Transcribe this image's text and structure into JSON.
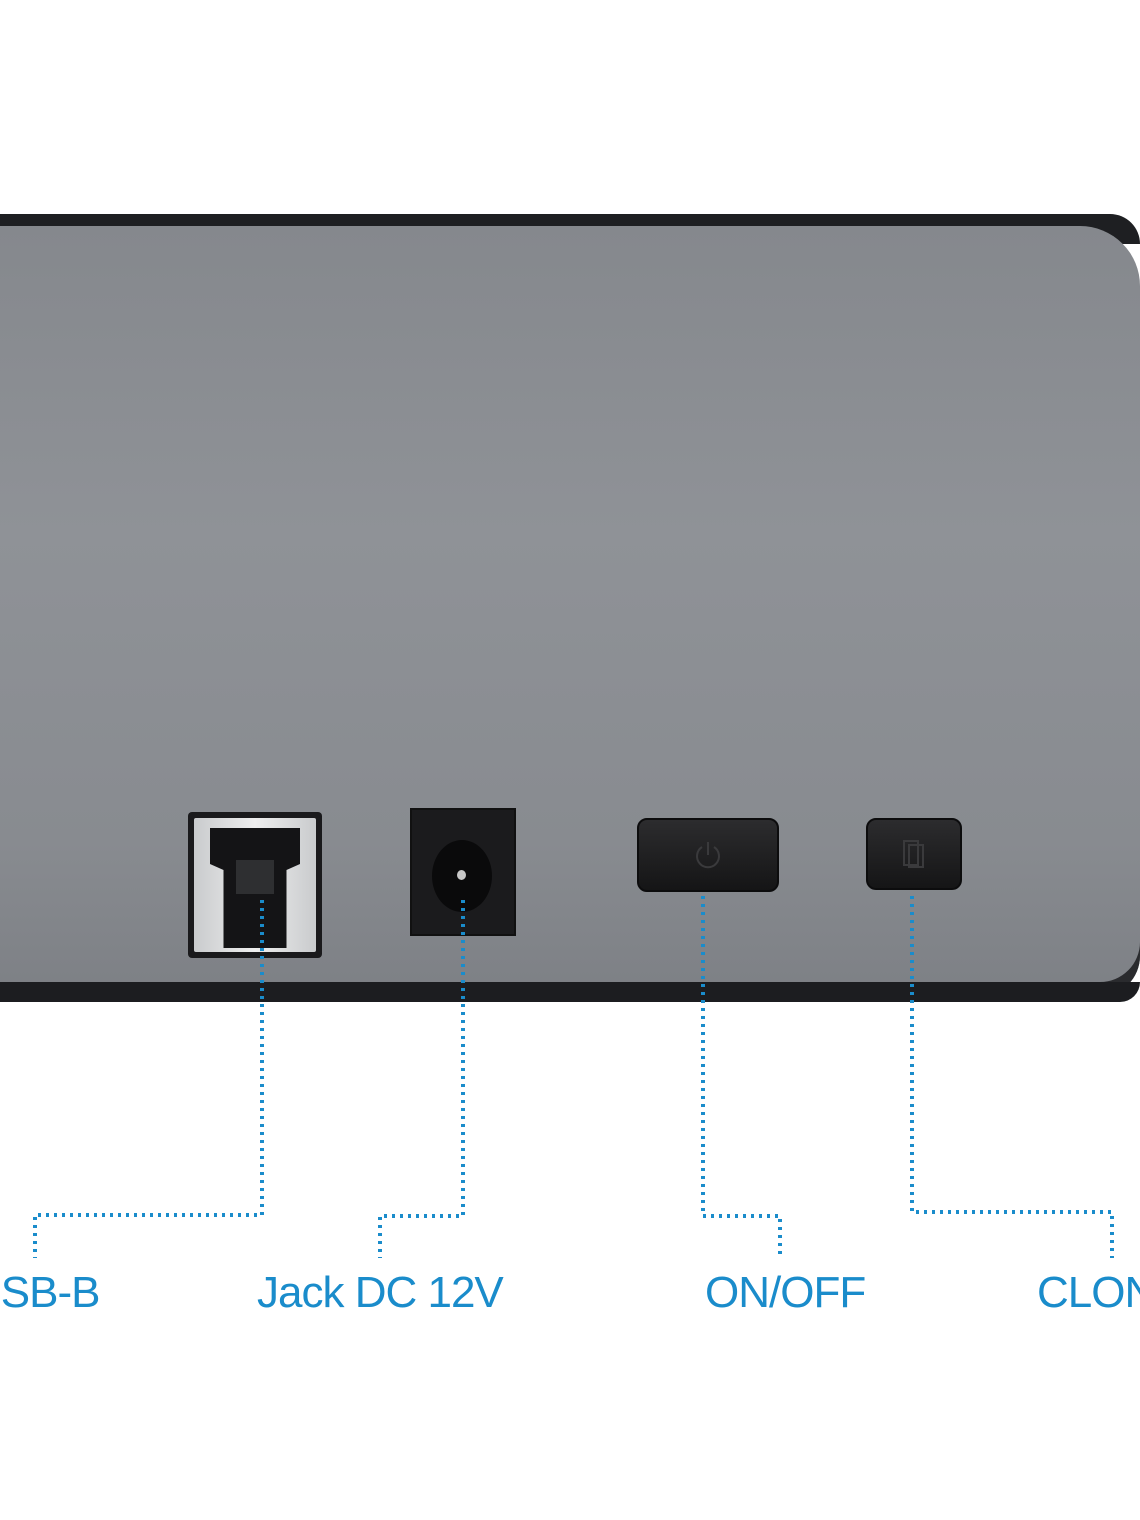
{
  "accent_color": "#1a8ccb",
  "device": {
    "ports": [
      {
        "id": "usb",
        "icon": "usb-b-port"
      },
      {
        "id": "dc",
        "icon": "dc-jack-port"
      },
      {
        "id": "power",
        "icon": "power-icon"
      },
      {
        "id": "clone",
        "icon": "clone-icon"
      }
    ]
  },
  "labels": {
    "usb": "USB-B",
    "dc": "Jack DC 12V",
    "power": "ON/OFF",
    "clone": "CLONE"
  }
}
